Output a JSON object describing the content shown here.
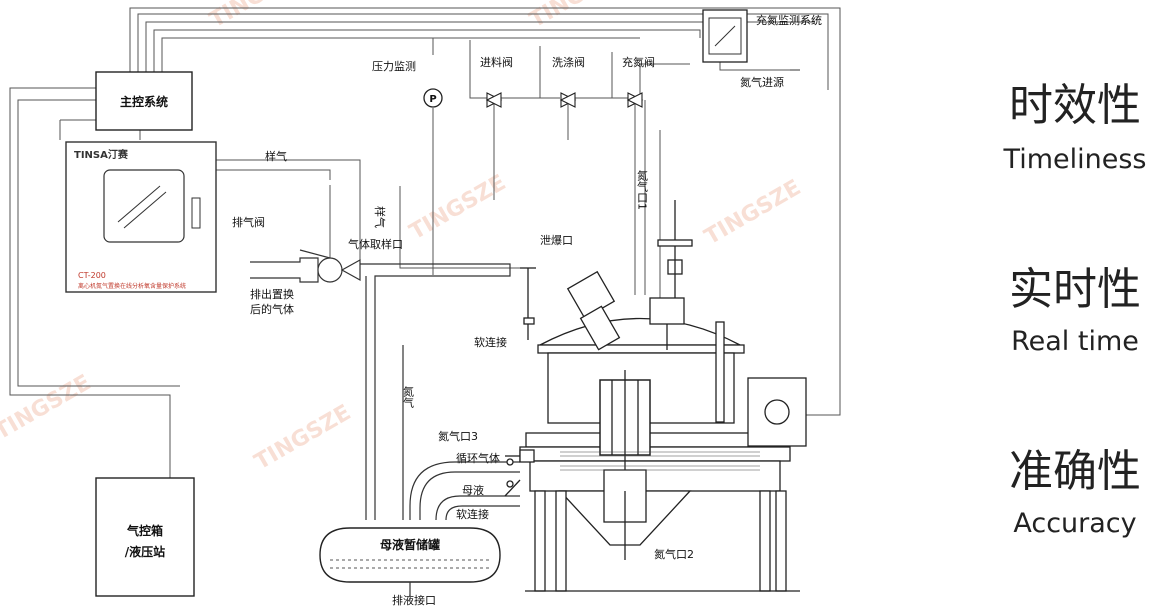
{
  "features": [
    {
      "cn": "时效性",
      "en": "Timeliness"
    },
    {
      "cn": "实时性",
      "en": "Real time"
    },
    {
      "cn": "准确性",
      "en": "Accuracy"
    }
  ],
  "labels": {
    "main_control": "主控系统",
    "brand": "TINSA汀赛",
    "device_model": "CT-200",
    "device_desc": "离心机氮气置换在线分析氧含量保护系统",
    "sample_gas": "样气",
    "sample_gas_v": "样气",
    "exhaust_valve": "排气阀",
    "discharge_gas": "排出置换",
    "discharge_gas_2": "后的气体",
    "gas_sampling_port": "气体取样口",
    "pressure_monitor": "压力监测",
    "pressure_symbol": "P",
    "feed_valve": "进料阀",
    "wash_valve": "洗涤阀",
    "nitrogen_fill_valve": "充氮阀",
    "nitrogen_monitor": "充氮监测系统",
    "nitrogen_inlet": "氮气进源",
    "nitrogen_port_1": "氮气口1",
    "explosion_vent": "泄爆口",
    "soft_connection_1": "软连接",
    "soft_connection_2": "软连接",
    "nitrogen_down": "氮气",
    "nitrogen_port_3": "氮气口3",
    "circulating_gas": "循环气体",
    "mother_liquor": "母液",
    "mother_tank": "母液暂储罐",
    "drain_port": "排液接口",
    "nitrogen_port_2": "氮气口2",
    "gas_box_1": "气控箱",
    "gas_box_2": "/液压站",
    "watermark": "TINGSZE"
  }
}
